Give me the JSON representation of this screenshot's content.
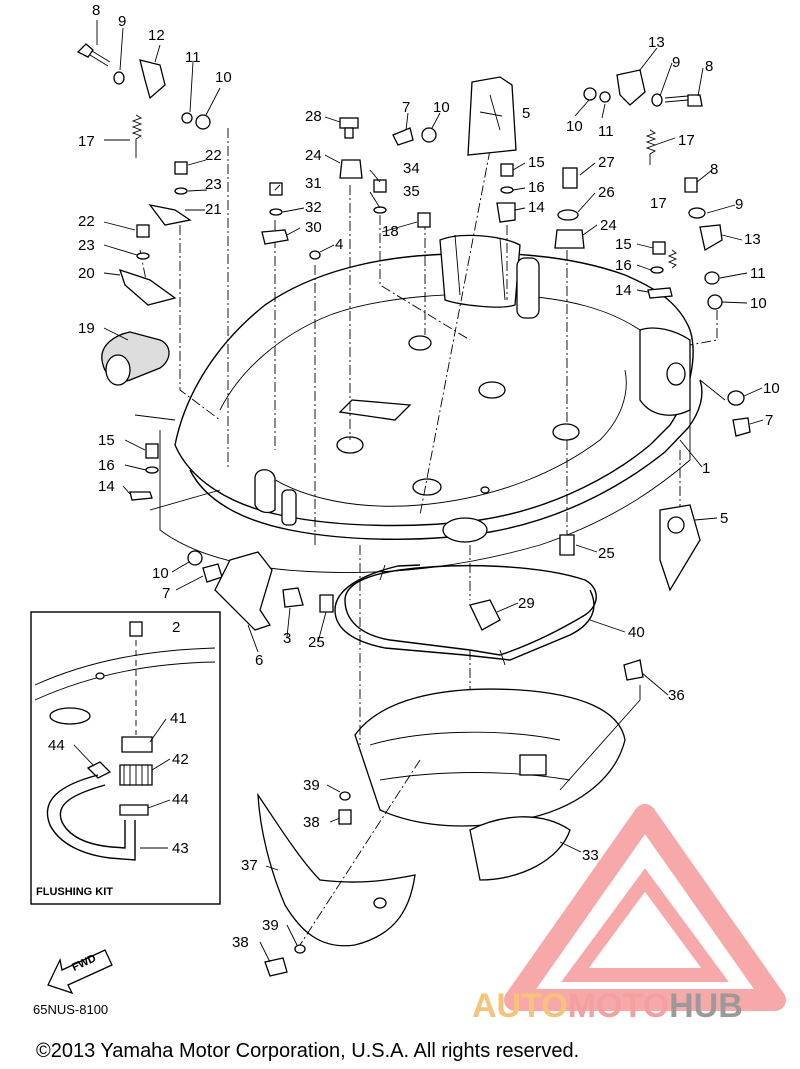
{
  "diagram": {
    "part_code": "65NUS-8100",
    "copyright": "©2013 Yamaha Motor Corporation, U.S.A. All rights reserved.",
    "inset_title": "FLUSHING KIT",
    "direction_label": "FWD",
    "labels": [
      {
        "id": "l1",
        "text": "8"
      },
      {
        "id": "l2",
        "text": "9"
      },
      {
        "id": "l3",
        "text": "12"
      },
      {
        "id": "l4",
        "text": "11"
      },
      {
        "id": "l5",
        "text": "10"
      },
      {
        "id": "l6",
        "text": "17"
      },
      {
        "id": "l7",
        "text": "22"
      },
      {
        "id": "l8",
        "text": "23"
      },
      {
        "id": "l9",
        "text": "21"
      },
      {
        "id": "l10",
        "text": "22"
      },
      {
        "id": "l11",
        "text": "23"
      },
      {
        "id": "l12",
        "text": "20"
      },
      {
        "id": "l13",
        "text": "19"
      },
      {
        "id": "l14",
        "text": "28"
      },
      {
        "id": "l15",
        "text": "24"
      },
      {
        "id": "l16",
        "text": "31"
      },
      {
        "id": "l17",
        "text": "32"
      },
      {
        "id": "l18",
        "text": "30"
      },
      {
        "id": "l19",
        "text": "4"
      },
      {
        "id": "l20",
        "text": "7"
      },
      {
        "id": "l21",
        "text": "10"
      },
      {
        "id": "l22",
        "text": "34"
      },
      {
        "id": "l23",
        "text": "35"
      },
      {
        "id": "l24",
        "text": "18"
      },
      {
        "id": "l25",
        "text": "5"
      },
      {
        "id": "l26",
        "text": "15"
      },
      {
        "id": "l27",
        "text": "16"
      },
      {
        "id": "l28",
        "text": "14"
      },
      {
        "id": "l29",
        "text": "27"
      },
      {
        "id": "l30",
        "text": "26"
      },
      {
        "id": "l31",
        "text": "24"
      },
      {
        "id": "l32",
        "text": "13"
      },
      {
        "id": "l33",
        "text": "9"
      },
      {
        "id": "l34",
        "text": "8"
      },
      {
        "id": "l35",
        "text": "10"
      },
      {
        "id": "l36",
        "text": "11"
      },
      {
        "id": "l37",
        "text": "17"
      },
      {
        "id": "l38",
        "text": "8"
      },
      {
        "id": "l39",
        "text": "9"
      },
      {
        "id": "l40",
        "text": "17"
      },
      {
        "id": "l41",
        "text": "13"
      },
      {
        "id": "l42",
        "text": "15"
      },
      {
        "id": "l43",
        "text": "16"
      },
      {
        "id": "l44",
        "text": "11"
      },
      {
        "id": "l45",
        "text": "14"
      },
      {
        "id": "l46",
        "text": "10"
      },
      {
        "id": "l47",
        "text": "10"
      },
      {
        "id": "l48",
        "text": "7"
      },
      {
        "id": "l49",
        "text": "1"
      },
      {
        "id": "l50",
        "text": "15"
      },
      {
        "id": "l51",
        "text": "16"
      },
      {
        "id": "l52",
        "text": "14"
      },
      {
        "id": "l53",
        "text": "5"
      },
      {
        "id": "l54",
        "text": "25"
      },
      {
        "id": "l55",
        "text": "10"
      },
      {
        "id": "l56",
        "text": "7"
      },
      {
        "id": "l57",
        "text": "2"
      },
      {
        "id": "l58",
        "text": "3"
      },
      {
        "id": "l59",
        "text": "25"
      },
      {
        "id": "l60",
        "text": "6"
      },
      {
        "id": "l61",
        "text": "29"
      },
      {
        "id": "l62",
        "text": "40"
      },
      {
        "id": "l63",
        "text": "36"
      },
      {
        "id": "l64",
        "text": "41"
      },
      {
        "id": "l65",
        "text": "44"
      },
      {
        "id": "l66",
        "text": "42"
      },
      {
        "id": "l67",
        "text": "44"
      },
      {
        "id": "l68",
        "text": "43"
      },
      {
        "id": "l69",
        "text": "39"
      },
      {
        "id": "l70",
        "text": "38"
      },
      {
        "id": "l71",
        "text": "33"
      },
      {
        "id": "l72",
        "text": "37"
      },
      {
        "id": "l73",
        "text": "39"
      },
      {
        "id": "l74",
        "text": "38"
      }
    ],
    "watermark": {
      "part1": "AUTO",
      "part2": "MOTO",
      "part3": "HUB",
      "color_red": "#f26b6b",
      "color_gold": "#f2b24a",
      "color_gray": "#7a7a7a"
    }
  }
}
